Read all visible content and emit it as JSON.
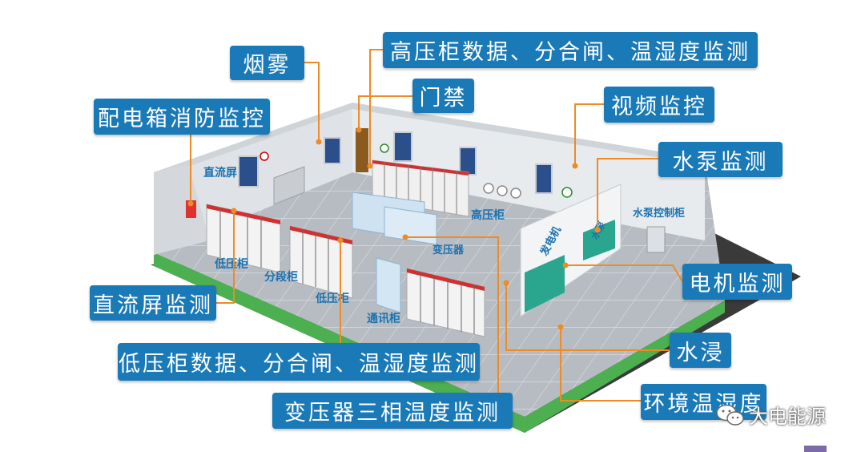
{
  "callouts": {
    "smoke": "烟雾",
    "hv_cabinet": "高压柜数据、分合闸、温湿度监测",
    "door_access": "门禁",
    "video": "视频监控",
    "distribution_fire": "配电箱消防监控",
    "water_pump": "水泵监测",
    "motor": "电机监测",
    "dc_panel": "直流屏监测",
    "lv_cabinet": "低压柜数据、分合闸、温湿度监测",
    "water_leak": "水浸",
    "transformer": "变压器三相温度监测",
    "environment": "环境温湿度"
  },
  "scene_labels": {
    "dc_panel": "直流屏",
    "lv_left": "低压柜",
    "section": "分段柜",
    "lv_right": "低压柜",
    "comm": "通讯柜",
    "transformer": "变压器",
    "hv": "高压柜",
    "generator": "发电机",
    "pump": "水泵",
    "pump_control": "水泵控制柜"
  },
  "watermark": {
    "icon": "wechat-icon",
    "text": "大电能源"
  },
  "colors": {
    "callout_bg": "#1a7ab8",
    "leader": "#f08a24",
    "floor_edge": "#4caf50",
    "base": "#3a3a3a"
  }
}
